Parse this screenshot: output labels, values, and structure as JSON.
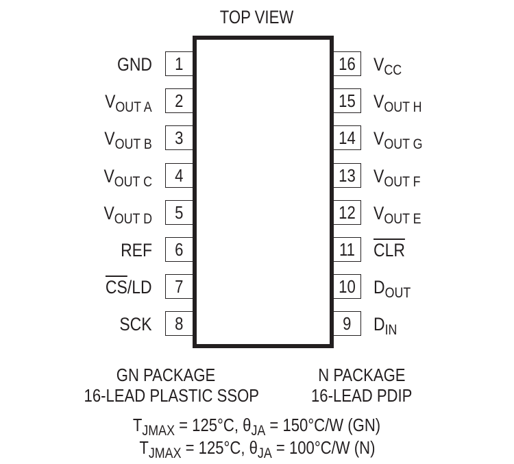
{
  "diagram": {
    "title": "TOP VIEW",
    "body_color": "#231f20",
    "left_pins": [
      {
        "number": "1",
        "name": "GND",
        "main": "GND",
        "sub": "",
        "overline": ""
      },
      {
        "number": "2",
        "name": "VOUT A",
        "main": "V",
        "sub": "OUT A",
        "overline": ""
      },
      {
        "number": "3",
        "name": "VOUT B",
        "main": "V",
        "sub": "OUT B",
        "overline": ""
      },
      {
        "number": "4",
        "name": "VOUT C",
        "main": "V",
        "sub": "OUT C",
        "overline": ""
      },
      {
        "number": "5",
        "name": "VOUT D",
        "main": "V",
        "sub": "OUT D",
        "overline": ""
      },
      {
        "number": "6",
        "name": "REF",
        "main": "REF",
        "sub": "",
        "overline": ""
      },
      {
        "number": "7",
        "name": "CS/LD",
        "main": "/LD",
        "sub": "",
        "overline": "CS"
      },
      {
        "number": "8",
        "name": "SCK",
        "main": "SCK",
        "sub": "",
        "overline": ""
      }
    ],
    "right_pins": [
      {
        "number": "16",
        "name": "VCC",
        "main": "V",
        "sub": "CC",
        "overline": ""
      },
      {
        "number": "15",
        "name": "VOUT H",
        "main": "V",
        "sub": "OUT H",
        "overline": ""
      },
      {
        "number": "14",
        "name": "VOUT G",
        "main": "V",
        "sub": "OUT G",
        "overline": ""
      },
      {
        "number": "13",
        "name": "VOUT F",
        "main": "V",
        "sub": "OUT F",
        "overline": ""
      },
      {
        "number": "12",
        "name": "VOUT E",
        "main": "V",
        "sub": "OUT E",
        "overline": ""
      },
      {
        "number": "11",
        "name": "CLR",
        "main": "",
        "sub": "",
        "overline": "CLR"
      },
      {
        "number": "10",
        "name": "DOUT",
        "main": "D",
        "sub": "OUT",
        "overline": ""
      },
      {
        "number": "9",
        "name": "DIN",
        "main": "D",
        "sub": "IN",
        "overline": ""
      }
    ],
    "packages": {
      "gn": {
        "line1": "GN PACKAGE",
        "line2": "16-LEAD PLASTIC SSOP"
      },
      "n": {
        "line1": "N PACKAGE",
        "line2": "16-LEAD PDIP"
      }
    },
    "thermal": [
      {
        "t": "T",
        "t_sub": "JMAX",
        "mid": " = 125°C, ",
        "theta": "θ",
        "theta_sub": "JA",
        "tail": " = 150°C/W (GN)"
      },
      {
        "t": "T",
        "t_sub": "JMAX",
        "mid": " = 125°C, ",
        "theta": "θ",
        "theta_sub": "JA",
        "tail": " = 100°C/W (N)"
      }
    ]
  }
}
